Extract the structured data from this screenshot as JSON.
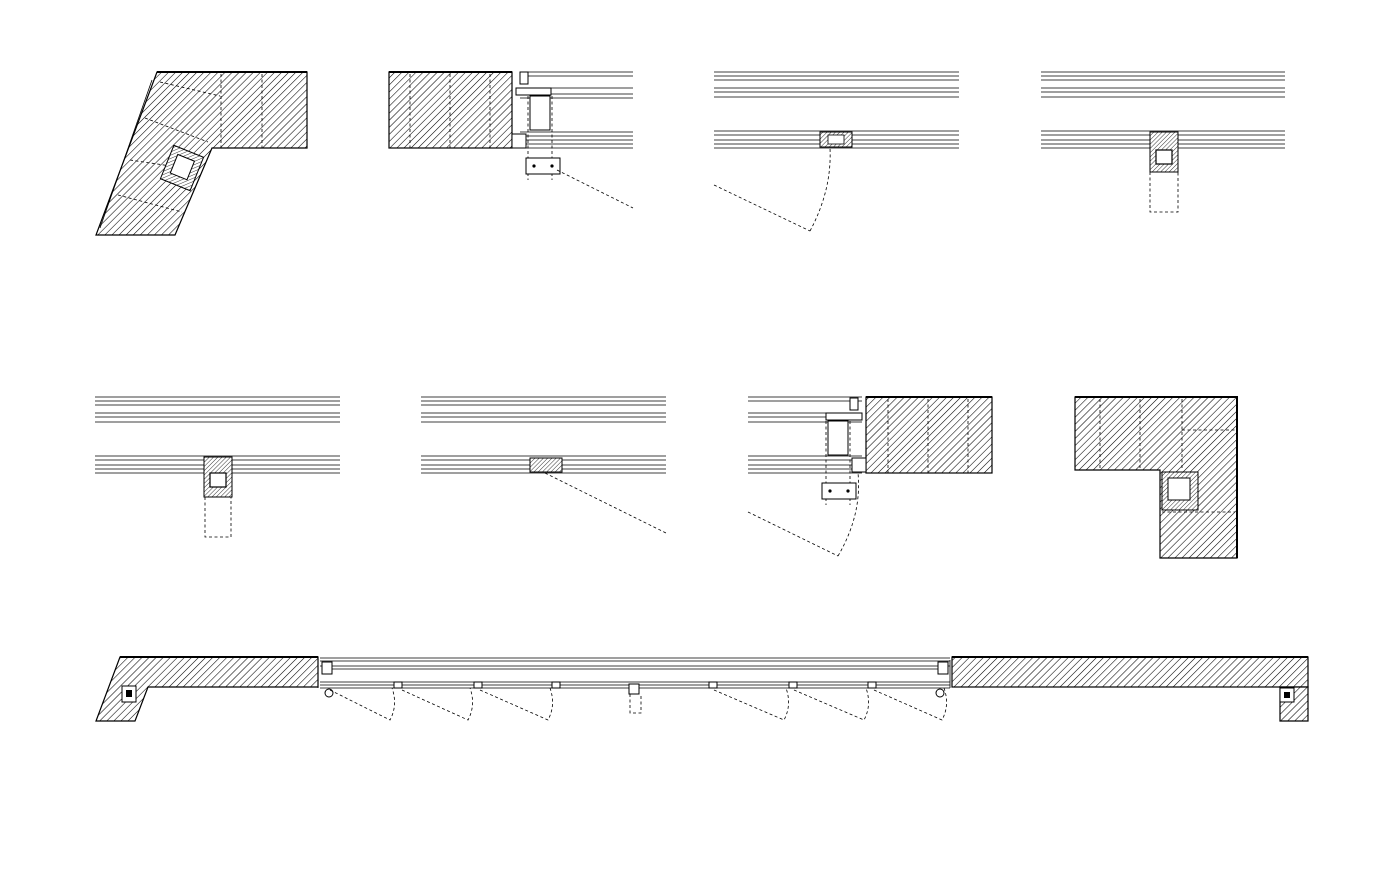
{
  "drawing": {
    "kind": "architectural plan details",
    "text_labels": [],
    "line_color": "#000000",
    "background": "#ffffff",
    "details": [
      {
        "id": "d1",
        "label": "",
        "component": "angled-wall-corner"
      },
      {
        "id": "d2",
        "label": "",
        "component": "wall-jamb-with-hinged-leaf"
      },
      {
        "id": "d3",
        "label": "",
        "component": "track-with-swing-leaf"
      },
      {
        "id": "d4",
        "label": "",
        "component": "track-with-post"
      },
      {
        "id": "d5",
        "label": "",
        "component": "track-with-post"
      },
      {
        "id": "d6",
        "label": "",
        "component": "track-with-swing-leaf"
      },
      {
        "id": "d7",
        "label": "",
        "component": "wall-jamb-with-hinged-leaf"
      },
      {
        "id": "d8",
        "label": "",
        "component": "square-wall-corner"
      },
      {
        "id": "d9",
        "label": "",
        "component": "overall-plan-folding-partition"
      }
    ]
  }
}
